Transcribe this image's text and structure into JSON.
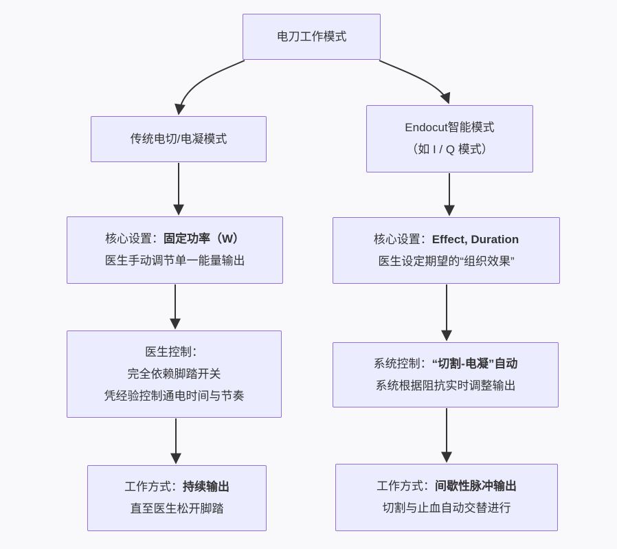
{
  "colors": {
    "background": "#f9f9fb",
    "node_fill": "#ECECFF",
    "node_border": "#9370DB",
    "arrow": "#333333",
    "text": "#333333"
  },
  "chart_data": {
    "type": "flowchart",
    "root": "电刀工作模式",
    "branches": [
      "传统电切/电凝模式",
      "Endocut智能模式（如 I / Q 模式）"
    ]
  },
  "nodes": {
    "root": {
      "line1": "电刀工作模式"
    },
    "left_mode": {
      "line1": "传统电切/电凝模式"
    },
    "right_mode": {
      "line1": "Endocut智能模式",
      "line2": "（如 I / Q 模式）"
    },
    "left_core": {
      "line1_prefix": "核心设置：",
      "line1_bold": "固定功率（W）",
      "line2": "医生手动调节单一能量输出"
    },
    "right_core": {
      "line1_prefix": "核心设置：",
      "line1_bold": "Effect, Duration",
      "line2": "医生设定期望的“组织效果”"
    },
    "left_control": {
      "line1": "医生控制：",
      "line2": "完全依赖脚踏开关",
      "line3": "凭经验控制通电时间与节奏"
    },
    "right_control": {
      "line1_prefix": "系统控制：",
      "line1_bold": "“切割-电凝”自动",
      "line2": "系统根据阻抗实时调整输出"
    },
    "left_work": {
      "line1_prefix": "工作方式：",
      "line1_bold": "持续输出",
      "line2": "直至医生松开脚踏"
    },
    "right_work": {
      "line1_prefix": "工作方式：",
      "line1_bold": "间歇性脉冲输出",
      "line2": "切割与止血自动交替进行"
    }
  }
}
